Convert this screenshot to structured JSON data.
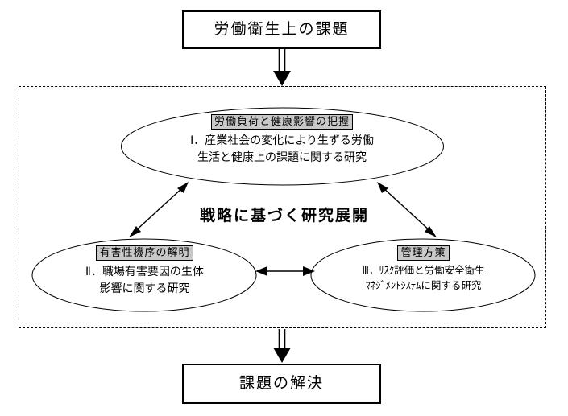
{
  "diagram": {
    "title": "労働衛生上の課題",
    "top_box": {
      "label": "労働衛生上の課題"
    },
    "bottom_box": {
      "label": "課題の解決"
    },
    "strategy_frame": {
      "heading": "戦略に基づく研究展開",
      "border_style": "dashed"
    },
    "nodes": [
      {
        "id": "node-1",
        "position": "top",
        "badge": "労働負荷と健康影響の把握",
        "body_line1": "Ⅰ．産業社会の変化により生ずる労働",
        "body_line2": "生活と健康上の課題に関する研究"
      },
      {
        "id": "node-2",
        "position": "bottom-left",
        "badge": "有害性機序の解明",
        "body_line1": "Ⅱ．職場有害要因の生体",
        "body_line2": "影響に関する研究"
      },
      {
        "id": "node-3",
        "position": "bottom-right",
        "badge": "管理方策",
        "body_line1": "Ⅲ．ﾘｽｸ評価と労働安全衛生",
        "body_line2": "ﾏﾈｼﾞﾒﾝﾄｼｽﾃﾑに関する研究"
      }
    ],
    "connectors": [
      {
        "id": "arrow-in",
        "from": "top_box",
        "to": "strategy_frame",
        "style": "block-arrow-down",
        "heads": 1
      },
      {
        "id": "arrow-out",
        "from": "strategy_frame",
        "to": "bottom_box",
        "style": "block-arrow-down",
        "heads": 1
      },
      {
        "id": "arrow-left-diag",
        "from": "node-2",
        "to": "node-1",
        "style": "line-double-arrow",
        "heads": 2
      },
      {
        "id": "arrow-right-diag",
        "from": "node-3",
        "to": "node-1",
        "style": "line-double-arrow",
        "heads": 2
      },
      {
        "id": "arrow-horizontal",
        "from": "node-2",
        "to": "node-3",
        "style": "line-double-arrow",
        "heads": 2
      }
    ],
    "colors": {
      "stroke": "#000000",
      "background": "#ffffff",
      "badge_fill": "#c8c8c8"
    }
  }
}
